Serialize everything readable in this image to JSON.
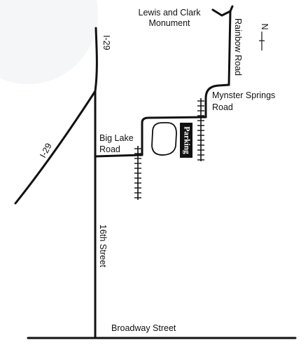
{
  "roads": {
    "i29_north": "I-29",
    "i29_west": "I-29",
    "sixteenth_street": "16th Street",
    "broadway_street": "Broadway Street",
    "big_lake_road_line1": "Big Lake",
    "big_lake_road_line2": "Road",
    "mynster_springs_line1": "Mynster Springs",
    "mynster_springs_line2": "Road",
    "rainbow_road": "Rainbow Road"
  },
  "landmarks": {
    "monument_line1": "Lewis and Clark",
    "monument_line2": "Monument",
    "parking_label": "Parking"
  },
  "compass": {
    "letter": "N"
  },
  "colors": {
    "ink": "#111111",
    "background": "#ffffff",
    "parking_fill": "#111111",
    "parking_text": "#ffffff"
  }
}
